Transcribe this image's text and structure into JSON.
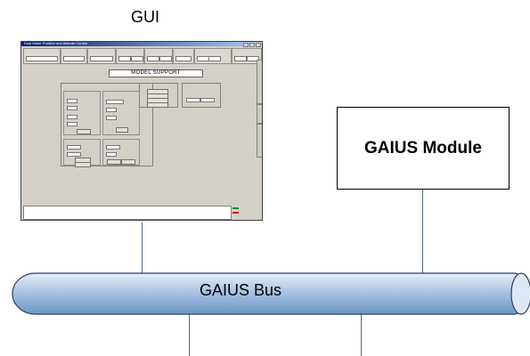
{
  "gui": {
    "label": "GUI",
    "window_title": "Dual Motor Position and Attitude Control",
    "model_support_label": "MODEL SUPPORT"
  },
  "module": {
    "label": "GAIUS Module"
  },
  "bus": {
    "label": "GAIUS Bus"
  },
  "colors": {
    "bus_fill_top": "#e6eef8",
    "bus_fill_mid": "#a9c4e4",
    "bus_fill_bottom": "#6e96c6",
    "bus_outline": "#2b3e60",
    "connector": "#5a6a8c",
    "led_green": "#1f8a2a",
    "led_red": "#d42020"
  }
}
